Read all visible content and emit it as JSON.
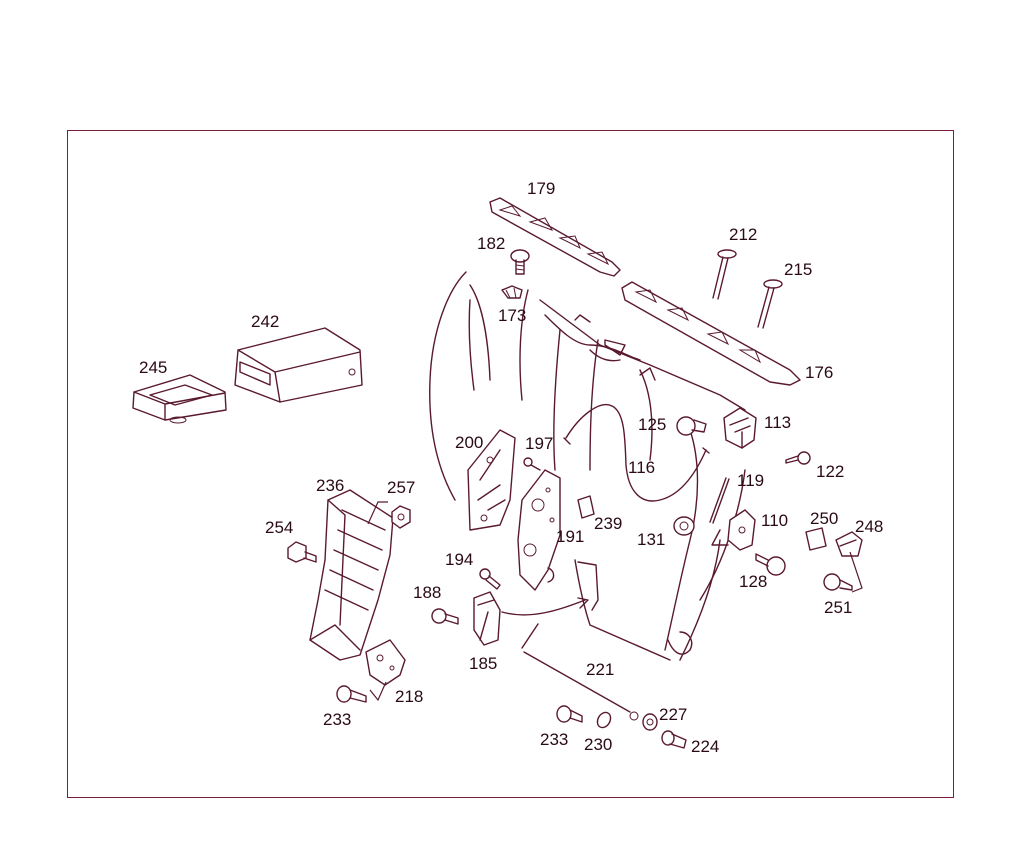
{
  "diagram": {
    "frame_color": "#7a1f35",
    "line_color": "#5a1a2e",
    "part_numbers": [
      "179",
      "182",
      "173",
      "212",
      "215",
      "176",
      "242",
      "245",
      "125",
      "113",
      "116",
      "122",
      "200",
      "197",
      "119",
      "110",
      "250",
      "248",
      "236",
      "257",
      "254",
      "191",
      "239",
      "131",
      "128",
      "251",
      "194",
      "188",
      "185",
      "221",
      "218",
      "233",
      "227",
      "224",
      "230"
    ]
  }
}
